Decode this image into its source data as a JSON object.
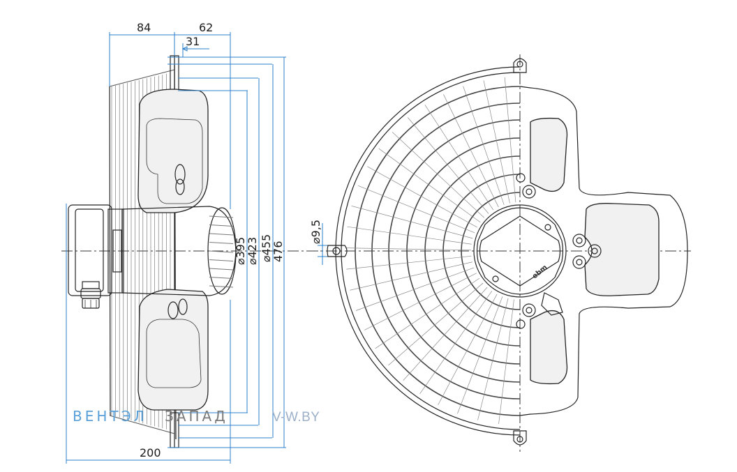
{
  "dimensions": {
    "top_left_depth": "84",
    "top_right_depth": "62",
    "inner_offset": "31",
    "overall_length": "200",
    "diameters": [
      "⌀395",
      "⌀423",
      "⌀455",
      "476"
    ],
    "mount_hole": "⌀9,5"
  },
  "watermark": {
    "brand_part1": "ВЕНТЭЛ",
    "brand_part2": "ЗАПАД",
    "url": "V-W.BY",
    "colors": {
      "brand_part1": "#5aa0d8",
      "brand_part2": "#7a7a7a",
      "url": "#9cb0c8"
    }
  },
  "colors": {
    "dimension_lines": "#2b7fc9",
    "drawing_ink": "#222222"
  }
}
